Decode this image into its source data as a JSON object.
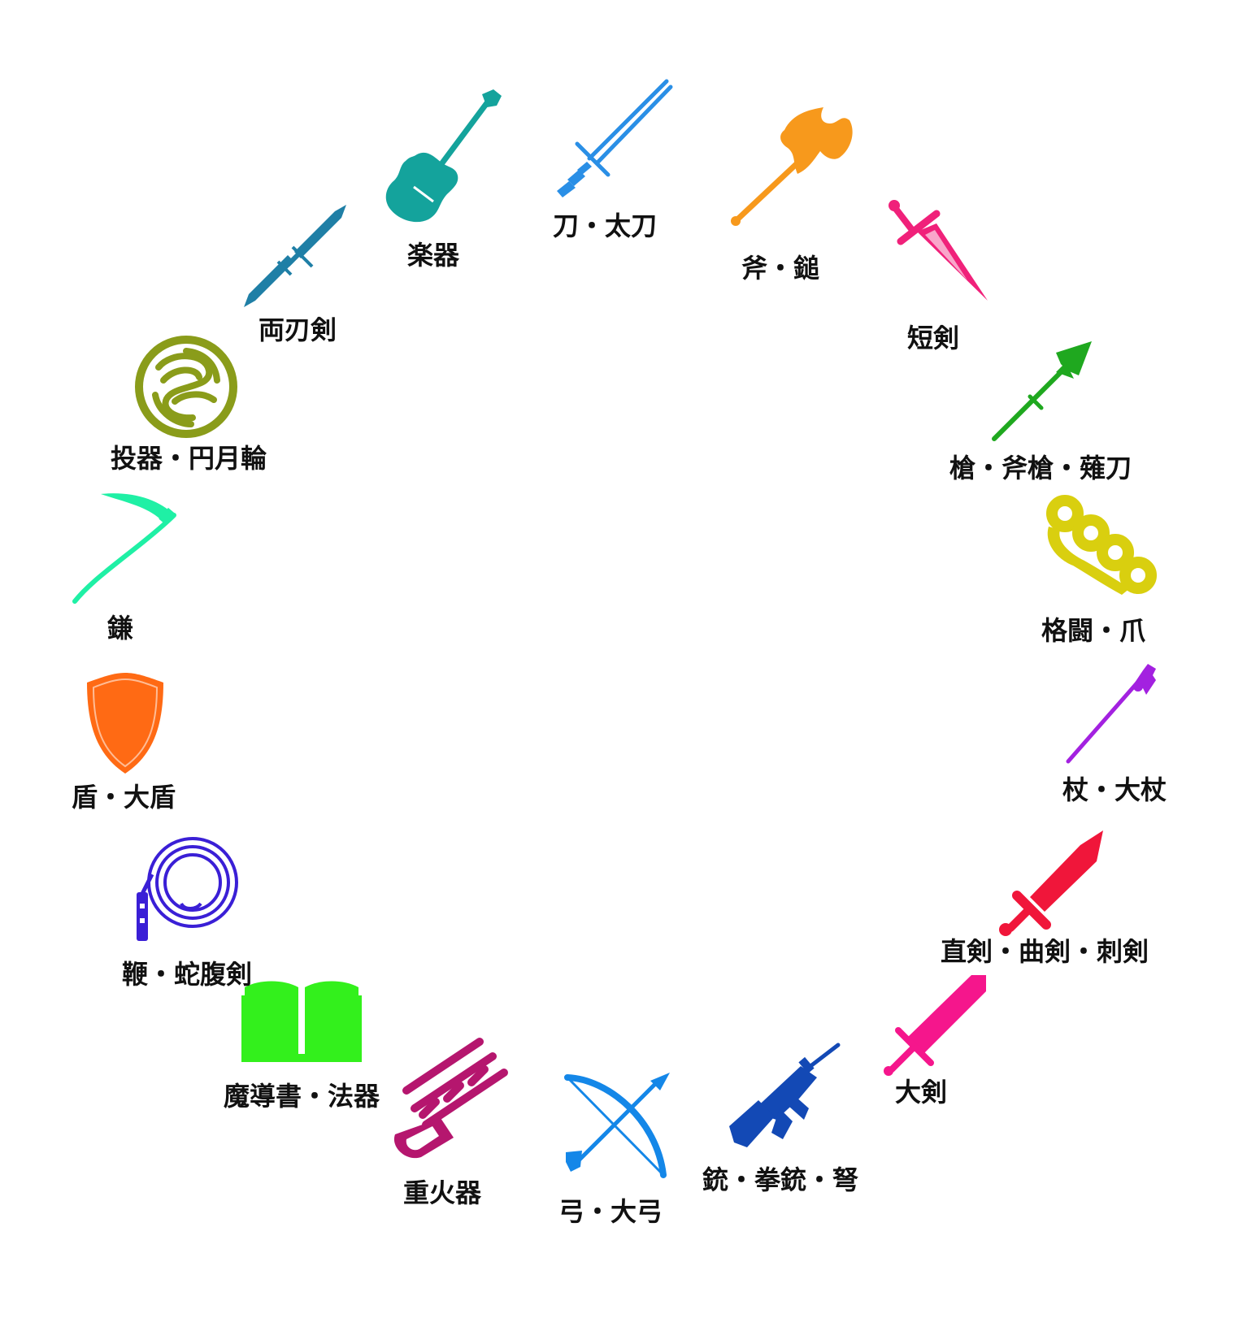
{
  "weapons": [
    {
      "id": "katana",
      "label": "刀・太刀",
      "icon": "katana-icon",
      "color": "#2a8fe6"
    },
    {
      "id": "axe",
      "label": "斧・鎚",
      "icon": "battle-axe-icon",
      "color": "#f7991c"
    },
    {
      "id": "dagger",
      "label": "短剣",
      "icon": "dagger-icon",
      "color": "#f0217a"
    },
    {
      "id": "spear",
      "label": "槍・斧槍・薙刀",
      "icon": "spear-icon",
      "color": "#1fa81f"
    },
    {
      "id": "knuckles",
      "label": "格闘・爪",
      "icon": "brass-knuckles-icon",
      "color": "#d9cf0f"
    },
    {
      "id": "staff",
      "label": "杖・大杖",
      "icon": "staff-icon",
      "color": "#a321e0"
    },
    {
      "id": "straight",
      "label": "直剣・曲剣・刺剣",
      "icon": "sword-icon",
      "color": "#f0163a"
    },
    {
      "id": "greatsword",
      "label": "大剣",
      "icon": "greatsword-icon",
      "color": "#f5168c"
    },
    {
      "id": "gun",
      "label": "銃・拳銃・弩",
      "icon": "rifle-icon",
      "color": "#1349b5"
    },
    {
      "id": "bow",
      "label": "弓・大弓",
      "icon": "bow-icon",
      "color": "#1487e8"
    },
    {
      "id": "heavy",
      "label": "重火器",
      "icon": "heavy-weapon-icon",
      "color": "#b5166e"
    },
    {
      "id": "tome",
      "label": "魔導書・法器",
      "icon": "book-icon",
      "color": "#33f01c"
    },
    {
      "id": "whip",
      "label": "鞭・蛇腹剣",
      "icon": "whip-icon",
      "color": "#3a1fd6"
    },
    {
      "id": "shield",
      "label": "盾・大盾",
      "icon": "shield-icon",
      "color": "#ff6a14"
    },
    {
      "id": "scythe",
      "label": "鎌",
      "icon": "scythe-icon",
      "color": "#1ff0a5"
    },
    {
      "id": "chakram",
      "label": "投器・円月輪",
      "icon": "chakram-icon",
      "color": "#8a9c1a"
    },
    {
      "id": "twinblade",
      "label": "両刃剣",
      "icon": "twin-blade-icon",
      "color": "#1f7fa6"
    },
    {
      "id": "instrument",
      "label": "楽器",
      "icon": "guitar-icon",
      "color": "#14a39c"
    }
  ]
}
